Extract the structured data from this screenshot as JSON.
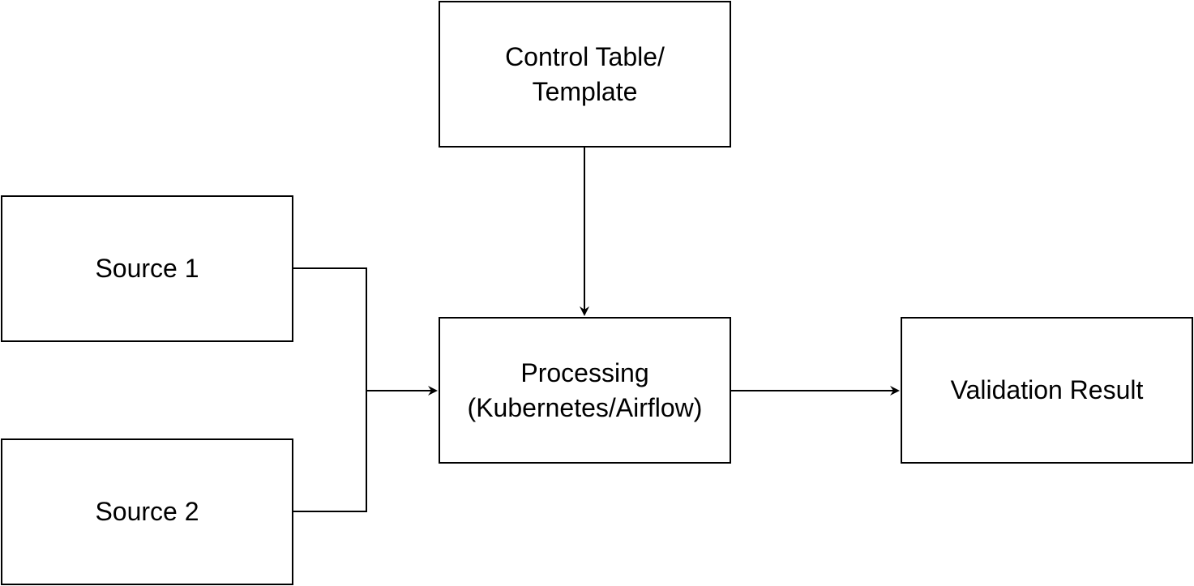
{
  "nodes": {
    "control": {
      "label": "Control Table/\nTemplate"
    },
    "source1": {
      "label": "Source 1"
    },
    "source2": {
      "label": "Source 2"
    },
    "processing": {
      "label": "Processing\n(Kubernetes/Airflow)"
    },
    "result": {
      "label": "Validation Result"
    }
  },
  "edges": [
    {
      "from": "control",
      "to": "processing"
    },
    {
      "from": "source1",
      "to": "processing"
    },
    {
      "from": "source2",
      "to": "processing"
    },
    {
      "from": "processing",
      "to": "result"
    }
  ],
  "colors": {
    "stroke": "#000000",
    "fill": "#ffffff",
    "text": "#000000"
  }
}
